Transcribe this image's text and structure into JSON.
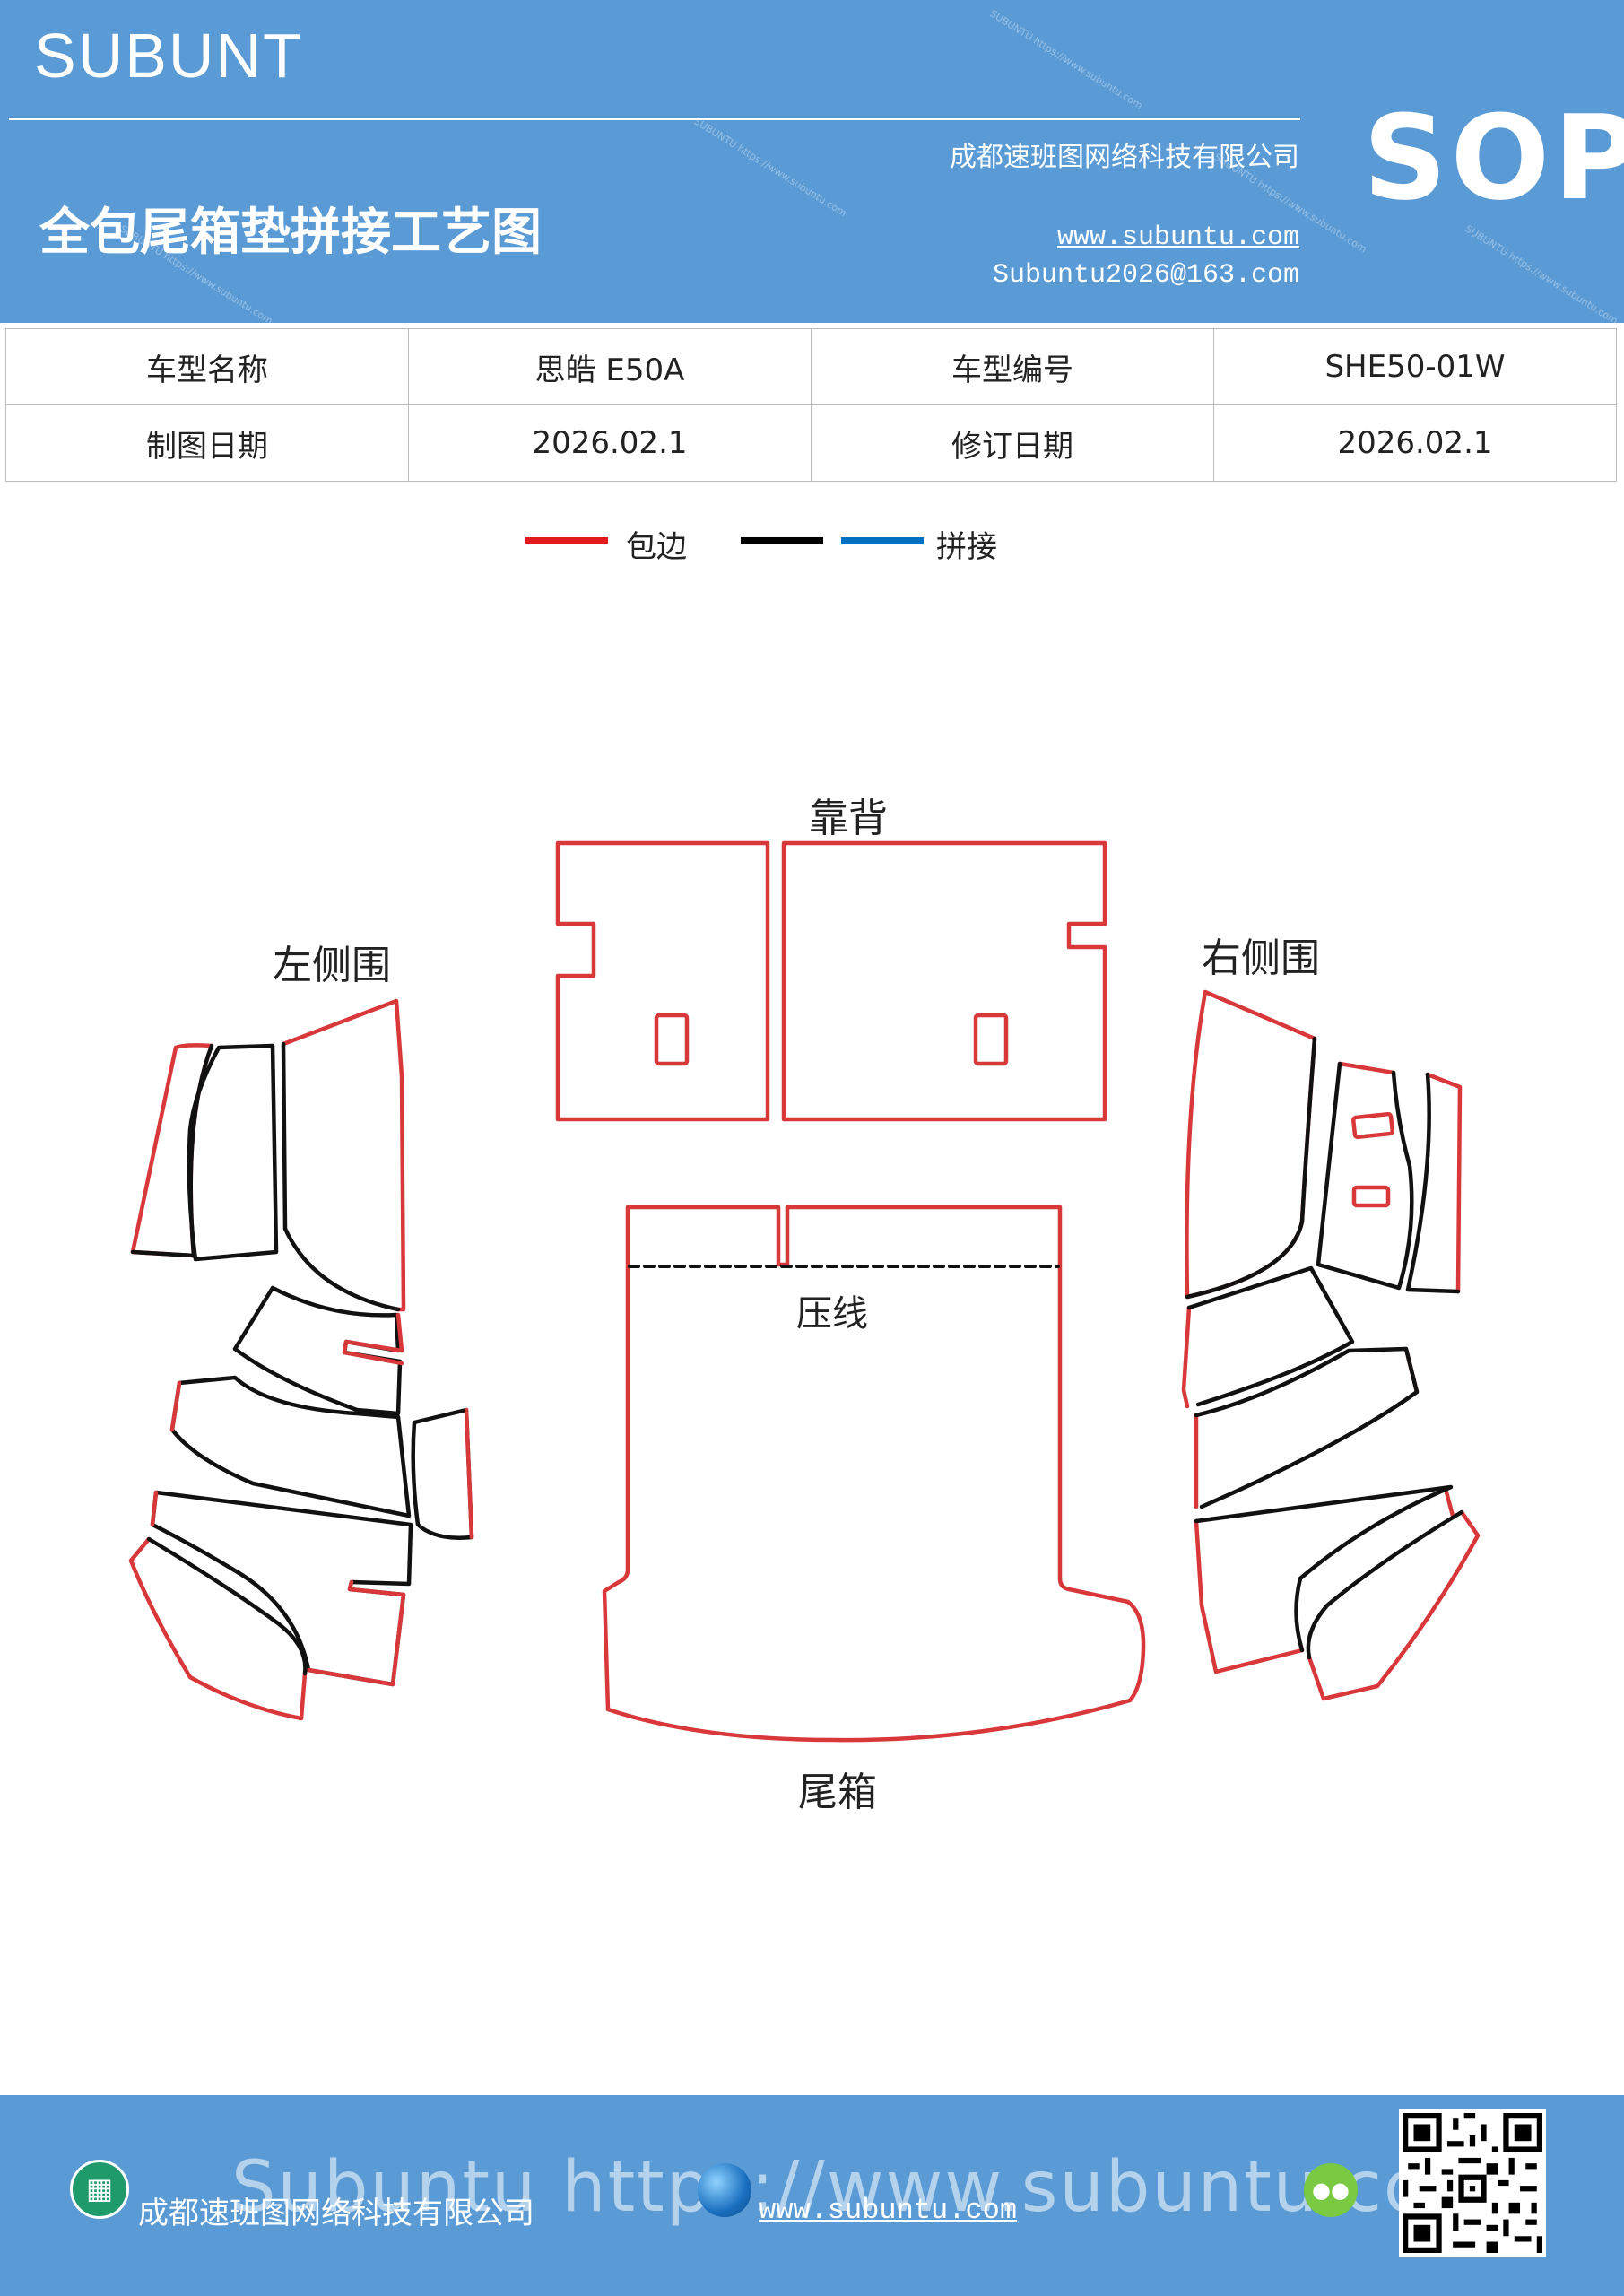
{
  "header": {
    "brand": "SUBUNT",
    "sop": "SOP",
    "company": "成都速班图网络科技有限公司",
    "title": "全包尾箱垫拼接工艺图",
    "website": "www.subuntu.com",
    "email": "Subuntu2026@163.com"
  },
  "info_table": {
    "rows": [
      [
        "车型名称",
        "思皓 E50A",
        "车型编号",
        "SHE50-01W"
      ],
      [
        "制图日期",
        "2026.02.1",
        "修订日期",
        "2026.02.1"
      ]
    ]
  },
  "legend": {
    "items": [
      {
        "color": "#e31a1c",
        "label": "包边"
      },
      {
        "color": "#000000",
        "label": ""
      },
      {
        "color": "#0070c0",
        "label": "拼接"
      }
    ]
  },
  "diagram": {
    "labels": {
      "back": "靠背",
      "left": "左侧围",
      "right": "右侧围",
      "press": "压线",
      "trunk": "尾箱"
    },
    "edge_colors": {
      "binding": "#d9383a",
      "seam": "#111111"
    }
  },
  "footer": {
    "company": "成都速班图网络科技有限公司",
    "overlay": "Subuntu https://www.subuntu.com",
    "website": "www.subuntu.com"
  }
}
